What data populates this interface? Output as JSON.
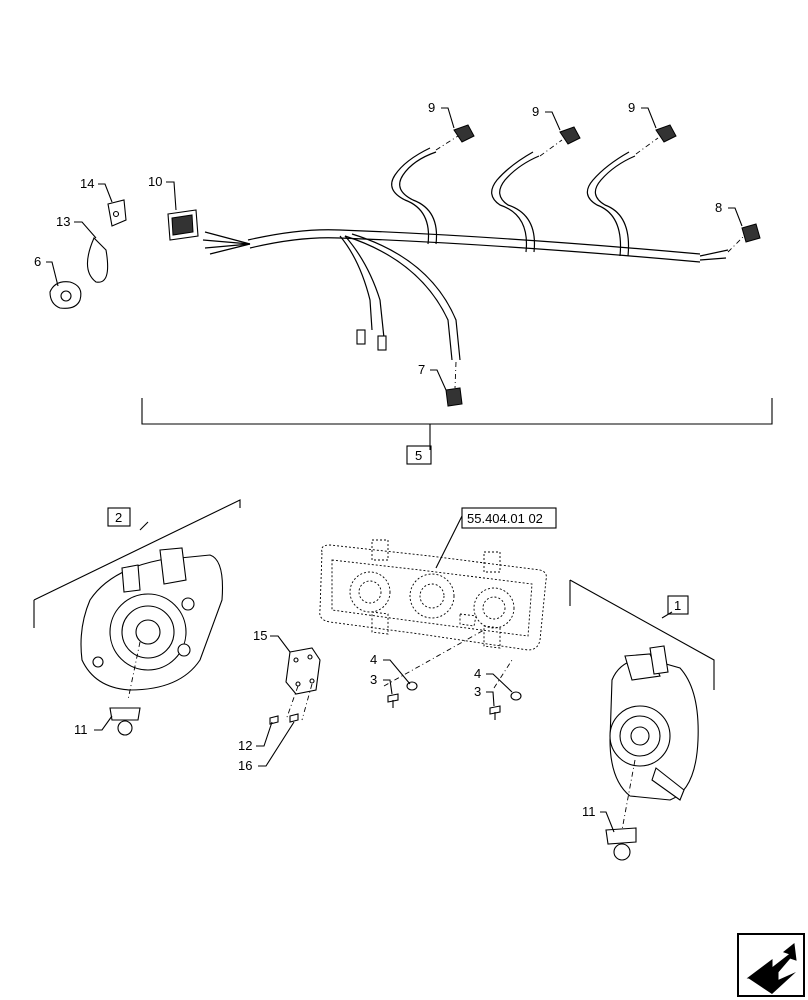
{
  "labels": {
    "c1": "1",
    "c2": "2",
    "c3a": "3",
    "c3b": "3",
    "c4a": "4",
    "c4b": "4",
    "c5": "5",
    "c6": "6",
    "c7": "7",
    "c8": "8",
    "c9a": "9",
    "c9b": "9",
    "c9c": "9",
    "c10": "10",
    "c11a": "11",
    "c11b": "11",
    "c12": "12",
    "c13": "13",
    "c14": "14",
    "c15": "15",
    "c16": "16",
    "reference": "55.404.01 02"
  },
  "icons": {
    "nav": "next-page-arrow-icon"
  }
}
